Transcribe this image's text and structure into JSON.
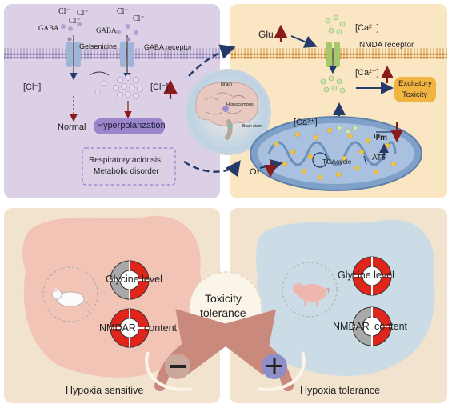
{
  "top_left": {
    "cl_labels": [
      "Cl⁻",
      "Cl⁻",
      "Cl⁻",
      "Cl⁻",
      "Cl⁻"
    ],
    "gaba_left": "GABA",
    "gaba_mid": "GABA",
    "gelsenicine": "Gelsenicine",
    "gaba_receptor": "GABA receptor",
    "cl_low": "[Cl⁻]",
    "cl_high": "[Cl⁻]",
    "normal": "Normal",
    "hyperpolarization": "Hyperpolarization",
    "box_line1": "Respiratory acidosis",
    "box_line2": "Metabolic disorder"
  },
  "brain": {
    "brain": "Brain",
    "hippocampus": "Hippocampus",
    "brain_stem": "Brain stem"
  },
  "top_right": {
    "glu": "Glu",
    "ca_top": "[Ca²⁺]",
    "nmda_receptor": "NMDA receptor",
    "ca_mid": "[Ca²⁺]",
    "excitatory_line1": "Excitatory",
    "excitatory_line2": "Toxicity",
    "ca_mito": "[Ca²⁺]",
    "psi": "Ψm",
    "atp": "ATP",
    "tca": "TCAcycle",
    "o2": "O",
    "o2_sub": "2"
  },
  "bottom": {
    "center_line1": "Toxicity",
    "center_line2": "tolerance",
    "left_glycine": "Glycine level",
    "left_nmdar_a": "NMDAR",
    "left_nmdar_b": "content",
    "right_glycine": "Glycine level",
    "right_nmdar_a": "NMDAR",
    "right_nmdar_b": "content",
    "hypoxia_sensitive": "Hypoxia sensitive",
    "hypoxia_tolerance": "Hypoxia tolerance"
  },
  "colors": {
    "purple_panel": "#dcd0e6",
    "orange_panel": "#fbe6c4",
    "beige_panel": "#f2e3cf",
    "pink_blob": "#f1c0b2",
    "blue_blob": "#c9dbe7",
    "dark_red": "#8b1a1a",
    "navy": "#243a6b",
    "red_wheel": "#e0261a"
  },
  "icons": [
    "membrane-icon",
    "ion-channel-icon",
    "brain-icon",
    "mitochondrion-icon",
    "mouse-icon",
    "pig-icon",
    "minus-icon",
    "plus-icon",
    "donut-gauge-icon"
  ]
}
